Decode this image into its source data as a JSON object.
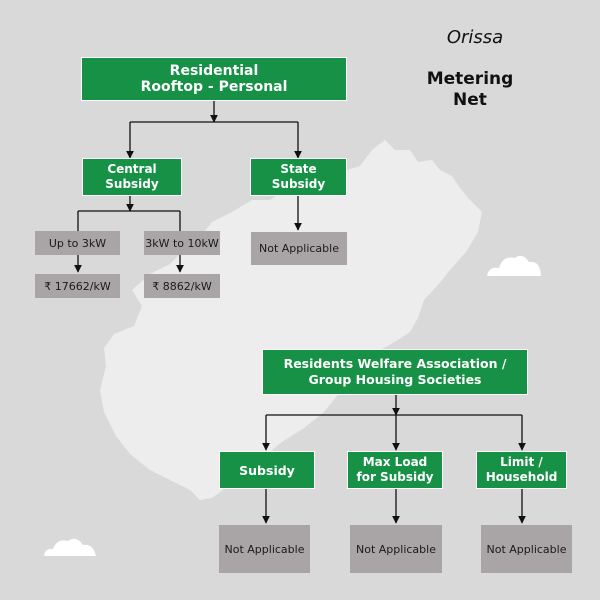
{
  "region_label": "Orissa",
  "metering_title": "Metering\nNet",
  "colors": {
    "background": "#d9d9d9",
    "map": "#ededed",
    "green_box": "#169146",
    "grey_box": "#a9a5a6",
    "connector": "#111111",
    "cloud": "#ffffff"
  },
  "nodes": {
    "residential": "Residential\nRooftop - Personal",
    "central_subsidy": "Central\nSubsidy",
    "state_subsidy": "State\nSubsidy",
    "up_to_3kw": "Up to 3kW",
    "range_3_10kw": "3kW to 10kW",
    "rate_up_to_3kw": "₹ 17662/kW",
    "rate_3_10kw": "₹ 8862/kW",
    "state_not_applicable": "Not Applicable",
    "rwa": "Residents Welfare Association /\nGroup Housing Societies",
    "rwa_subsidy": "Subsidy",
    "max_load": "Max Load\nfor Subsidy",
    "limit_household": "Limit /\nHousehold",
    "subsidy_not_applicable": "Not Applicable",
    "max_load_not_applicable": "Not Applicable",
    "limit_not_applicable": "Not Applicable"
  }
}
